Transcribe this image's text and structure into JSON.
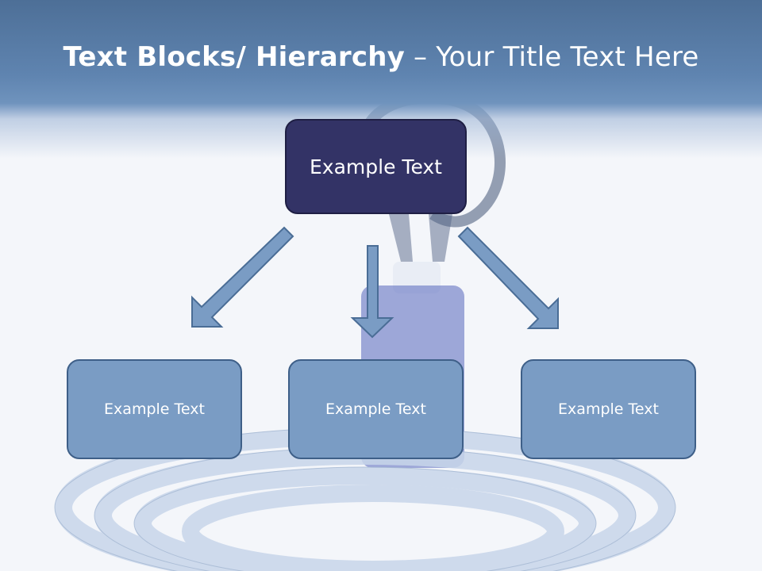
{
  "slide": {
    "title_bold": "Text Blocks/ Hierarchy",
    "title_regular": "– Your Title Text Here"
  },
  "diagram": {
    "top_box": "Example Text",
    "children": [
      "Example Text",
      "Example Text",
      "Example Text"
    ]
  },
  "colors": {
    "title_band": "#5f84b0",
    "top_box": "#333366",
    "child_box": "#7a9cc4",
    "arrow": "#7a9cc4"
  }
}
